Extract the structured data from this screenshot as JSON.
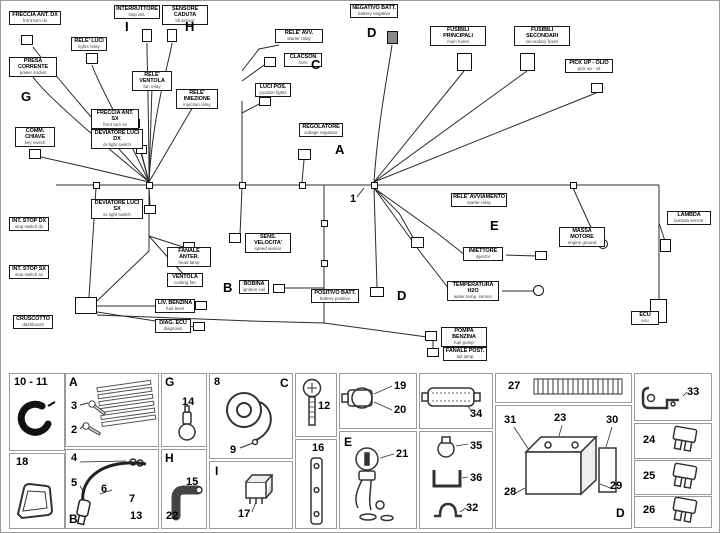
{
  "colors": {
    "wire": "#2b2b2b",
    "cell_border": "#9a9a9a"
  },
  "diagram": {
    "harness_number": "1",
    "letters": {
      "a": "A",
      "b": "B",
      "c": "C",
      "d": "D",
      "e": "E",
      "g": "G",
      "h": "H",
      "i": "I"
    },
    "labels": [
      {
        "text": "FRECCIA ANT. DX",
        "sub": "front turn dx"
      },
      {
        "text": "INTERRUTTORE",
        "sub": "stop ant."
      },
      {
        "text": "SENSORE CADUTA",
        "sub": "tilt sensor"
      },
      {
        "text": "NEGATIVO BATT.",
        "sub": "battery negative"
      },
      {
        "text": "FUSIBILI PRINCIPALI",
        "sub": "main fuses"
      },
      {
        "text": "FUSIBILI SECONDARI",
        "sub": "secondary fuses"
      },
      {
        "text": "RELE' AVV.",
        "sub": "starter relay"
      },
      {
        "text": "CLACSON",
        "sub": "horn"
      },
      {
        "text": "PICK UP - OLIO",
        "sub": "pick up - oil"
      },
      {
        "text": "RELE' LUCI",
        "sub": "lights relay"
      },
      {
        "text": "RELE' VENTOLA",
        "sub": "fan relay"
      },
      {
        "text": "RELE' INIEZIONE",
        "sub": "injection relay"
      },
      {
        "text": "LUCI POS.",
        "sub": "position lights"
      },
      {
        "text": "FRECCIA ANT. SX",
        "sub": "front turn sx"
      },
      {
        "text": "DEVIATORE LUCI DX",
        "sub": "dx light switch"
      },
      {
        "text": "COMM. CHIAVE",
        "sub": "key switch"
      },
      {
        "text": "REGOLATORE",
        "sub": "voltage regulator"
      },
      {
        "text": "DEVIATORE LUCI SX",
        "sub": "sx light switch"
      },
      {
        "text": "RELE' AVVIAMENTO",
        "sub": "starter relay"
      },
      {
        "text": "MASSA MOTORE",
        "sub": "engine ground"
      },
      {
        "text": "LAMBDA",
        "sub": "lambda sensor"
      },
      {
        "text": "INT. STOP DX",
        "sub": "stop switch dx"
      },
      {
        "text": "INT. STOP SX",
        "sub": "stop switch sx"
      },
      {
        "text": "FANALE ANTER.",
        "sub": "head lamp"
      },
      {
        "text": "VENTOLA",
        "sub": "cooling fan"
      },
      {
        "text": "SENS. VELOCITA'",
        "sub": "speed sensor"
      },
      {
        "text": "BOBINA",
        "sub": "ignition coil"
      },
      {
        "text": "POSITIVO BATT.",
        "sub": "battery positive"
      },
      {
        "text": "INIETTORE",
        "sub": "injector"
      },
      {
        "text": "TEMPERATURA H2O",
        "sub": "water temp. sensor"
      },
      {
        "text": "LIV. BENZINA",
        "sub": "fuel level"
      },
      {
        "text": "DIAG. ECU",
        "sub": "diagnosis"
      },
      {
        "text": "CRUSCOTTO",
        "sub": "dashboard"
      },
      {
        "text": "ECU",
        "sub": "ecu"
      },
      {
        "text": "POMPA BENZINA",
        "sub": "fuel pump"
      },
      {
        "text": "FANALE POST.",
        "sub": "tail lamp"
      },
      {
        "text": "PRESA CORRENTE",
        "sub": "power socket"
      }
    ]
  },
  "legend": {
    "items": {
      "n10_11": "10 - 11",
      "n18": "18",
      "a": "A",
      "n3": "3",
      "n2": "2",
      "b": "B",
      "n4": "4",
      "n5": "5",
      "n6": "6",
      "n7": "7",
      "n13": "13",
      "g": "G",
      "n14": "14",
      "h": "H",
      "n15": "15",
      "n22": "22",
      "n8": "8",
      "c": "C",
      "n9": "9",
      "i": "I",
      "n17": "17",
      "n12": "12",
      "n16": "16",
      "n19": "19",
      "n20": "20",
      "e": "E",
      "n21": "21",
      "n34": "34",
      "n35": "35",
      "n36": "36",
      "n32": "32",
      "n27": "27",
      "n31": "31",
      "n23": "23",
      "n30": "30",
      "n28": "28",
      "n29": "29",
      "d": "D",
      "n33": "33",
      "n24": "24",
      "n25": "25",
      "n26": "26"
    }
  }
}
